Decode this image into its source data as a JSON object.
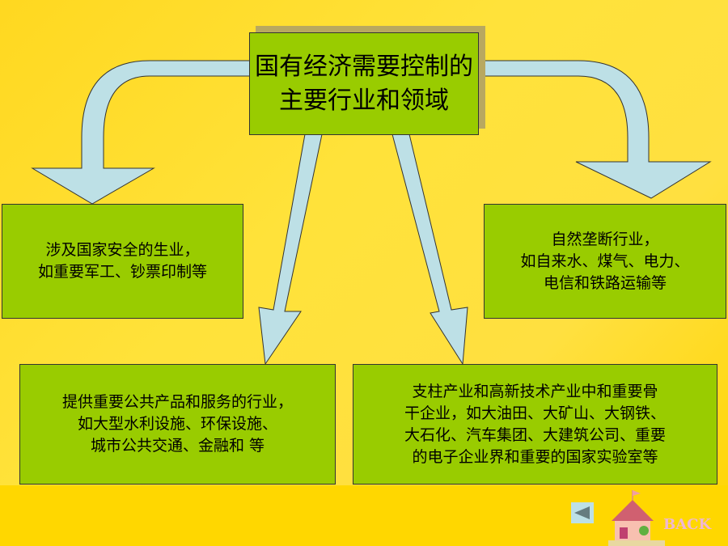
{
  "title": "国有经济需要控制的主要行业和领域",
  "boxes": [
    {
      "lines": [
        "涉及国家安全的生业，",
        "如重要军工、钞票印制等"
      ]
    },
    {
      "lines": [
        "自然垄断行业，",
        "如自来水、煤气、电力、",
        "电信和铁路运输等"
      ]
    },
    {
      "lines": [
        "提供重要公共产品和服务的行业，",
        "如大型水利设施、环保设施、",
        "城市公共交通、金融和  等"
      ]
    },
    {
      "lines": [
        "支柱产业和高新技术产业中和重要骨",
        "干企业，如大油田、大矿山、大钢铁、",
        "大石化、汽车集团、大建筑公司、重要",
        "的电子企业界和重要的国家实验室等"
      ]
    }
  ],
  "nav": {
    "back_label": "BACK"
  },
  "colors": {
    "box": "#99cc00",
    "arrow": "#bde0e6",
    "background": "#ffdf30"
  }
}
